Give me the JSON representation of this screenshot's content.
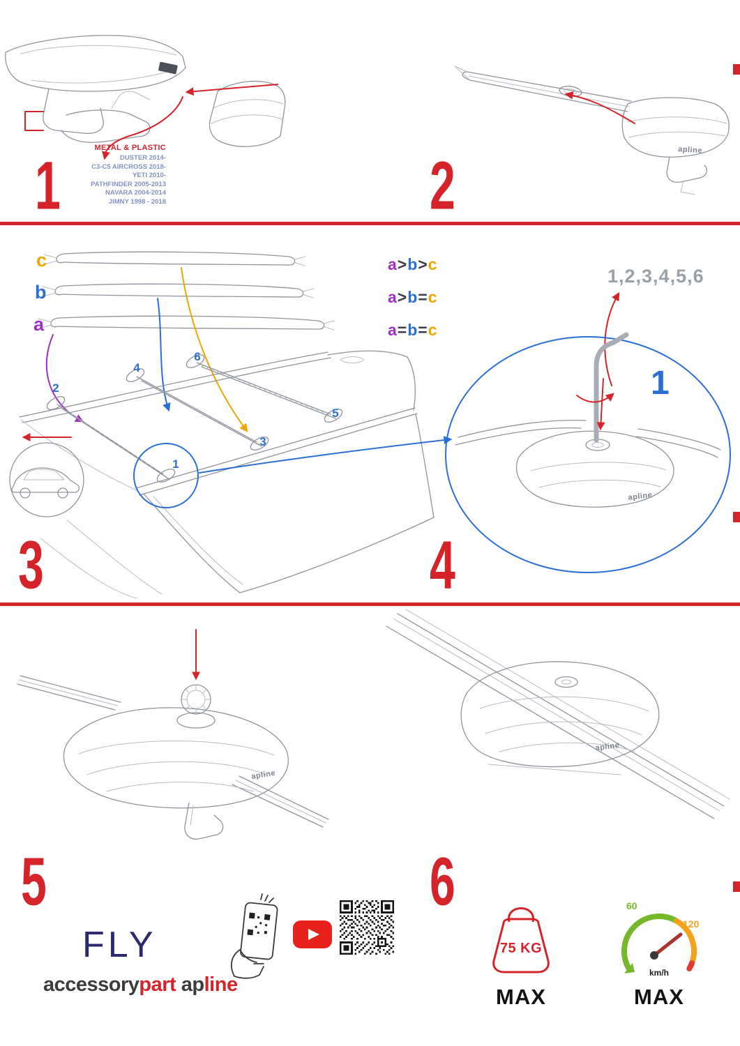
{
  "colors": {
    "accent_red": "#d5232a",
    "accent_blue": "#2b6fd4",
    "purple": "#a02fc4",
    "orange": "#f0a500",
    "green": "#76b82a",
    "speed_orange": "#f5a21b",
    "navy": "#2b2b6b",
    "sketch_gray": "#8f939b"
  },
  "steps": {
    "s1": {
      "num": "1",
      "material": "METAL & PLASTIC",
      "models": [
        "DUSTER 2014-",
        "C3-C5 AIRCROSS 2018-",
        "YETI 2010-",
        "PATHFINDER 2005-2013",
        "NAVARA 2004-2014",
        "JIMNY 1998 - 2018"
      ]
    },
    "s2": {
      "num": "2"
    },
    "s3": {
      "num": "3",
      "bars": {
        "a": "a",
        "b": "b",
        "c": "c"
      },
      "legend": [
        {
          "a": "a",
          "op1": ">",
          "b": "b",
          "op2": ">",
          "c": "c"
        },
        {
          "a": "a",
          "op1": ">",
          "b": "b",
          "op2": "=",
          "c": "c"
        },
        {
          "a": "a",
          "op1": "=",
          "b": "b",
          "op2": "=",
          "c": "c"
        }
      ],
      "positions": {
        "p1": "1",
        "p2": "2",
        "p3": "3",
        "p4": "4",
        "p5": "5",
        "p6": "6"
      }
    },
    "s4": {
      "num": "4",
      "sequence": "1,2,3,4,5,6",
      "tool_step": "1"
    },
    "s5": {
      "num": "5"
    },
    "s6": {
      "num": "6"
    }
  },
  "branding": {
    "product": "FLY",
    "brand_word1_dark": "accessory",
    "brand_word1_red": "part",
    "brand_word2_dark": "ap",
    "brand_word2_red": "line",
    "bar_logo": "apline"
  },
  "limits": {
    "weight": "75 KG",
    "weight_max": "MAX",
    "speed_low": "60",
    "speed_high": "120",
    "speed_unit": "km/h",
    "speed_max": "MAX"
  }
}
